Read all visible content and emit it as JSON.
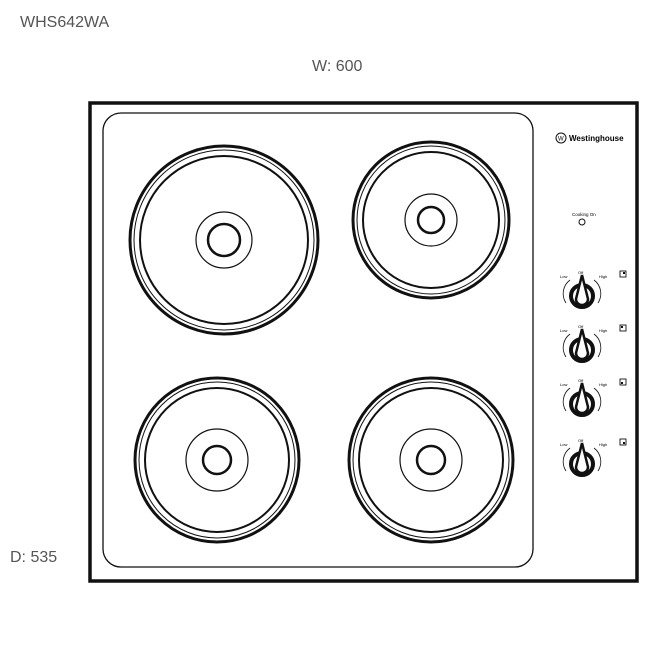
{
  "model": "WHS642WA",
  "width_label": "W: 600",
  "depth_label": "D: 535",
  "brand": "Westinghouse",
  "cooking_on_label": "Cooking On",
  "knob_labels": {
    "low": "Low",
    "off": "Off",
    "high": "High"
  },
  "burners": 4,
  "knobs": 4,
  "colors": {
    "line": "#111111",
    "text": "#555555"
  }
}
